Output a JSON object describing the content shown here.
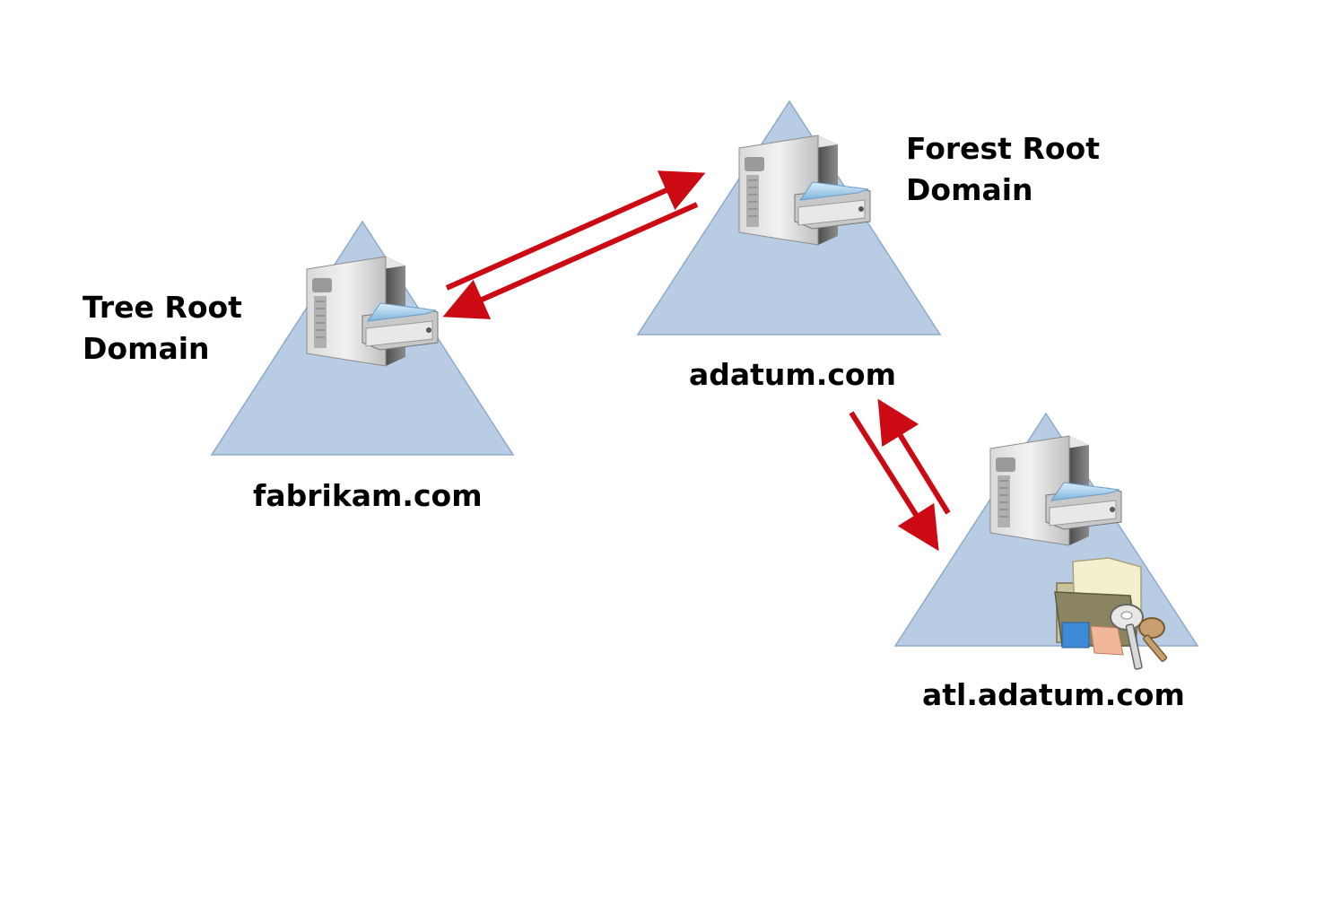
{
  "labels": {
    "tree_root_line1": "Tree Root",
    "tree_root_line2": "Domain",
    "forest_root_line1": "Forest Root",
    "forest_root_line2": "Domain"
  },
  "domains": {
    "fabrikam": "fabrikam.com",
    "adatum": "adatum.com",
    "atl": "atl.adatum.com"
  },
  "colors": {
    "triangle_fill": "#b8cce4",
    "triangle_stroke": "#8eaacb",
    "arrow": "#cc0a14"
  },
  "icons": [
    "server-icon",
    "folder-keys-icon"
  ]
}
